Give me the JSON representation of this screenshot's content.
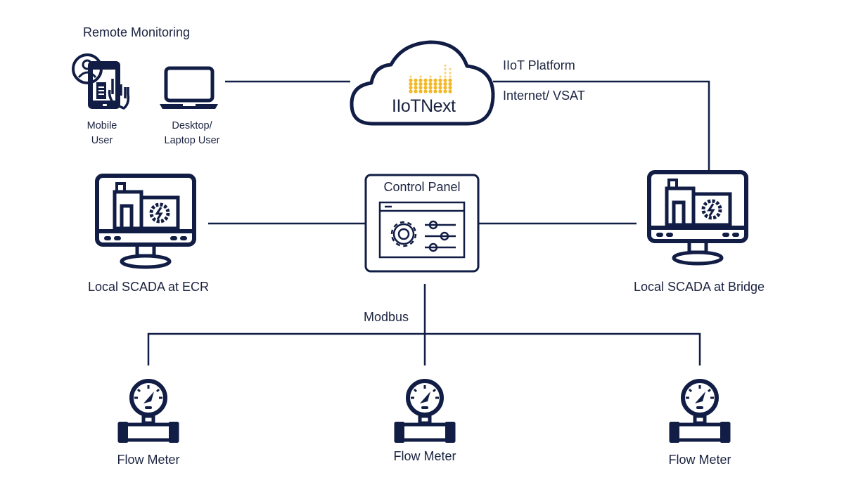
{
  "diagram": {
    "remote_monitoring": {
      "title": "Remote Monitoring",
      "mobile_user": {
        "line1": "Mobile",
        "line2": "User"
      },
      "desktop_user": {
        "line1": "Desktop/",
        "line2": "Laptop User"
      }
    },
    "cloud": {
      "logo_text": "IIoTNext",
      "label_top": "IIoT Platform",
      "label_bottom": "Internet/ VSAT"
    },
    "control_panel": {
      "title": "Control Panel"
    },
    "scada_ecr": {
      "label": "Local SCADA at ECR"
    },
    "scada_bridge": {
      "label": "Local SCADA at Bridge"
    },
    "bus": {
      "label": "Modbus"
    },
    "flow_meters": [
      {
        "label": "Flow Meter"
      },
      {
        "label": "Flow Meter"
      },
      {
        "label": "Flow Meter"
      }
    ],
    "colors": {
      "primary": "#111d44",
      "logo_accent": "#f2b825",
      "text": "#1b2340"
    }
  }
}
